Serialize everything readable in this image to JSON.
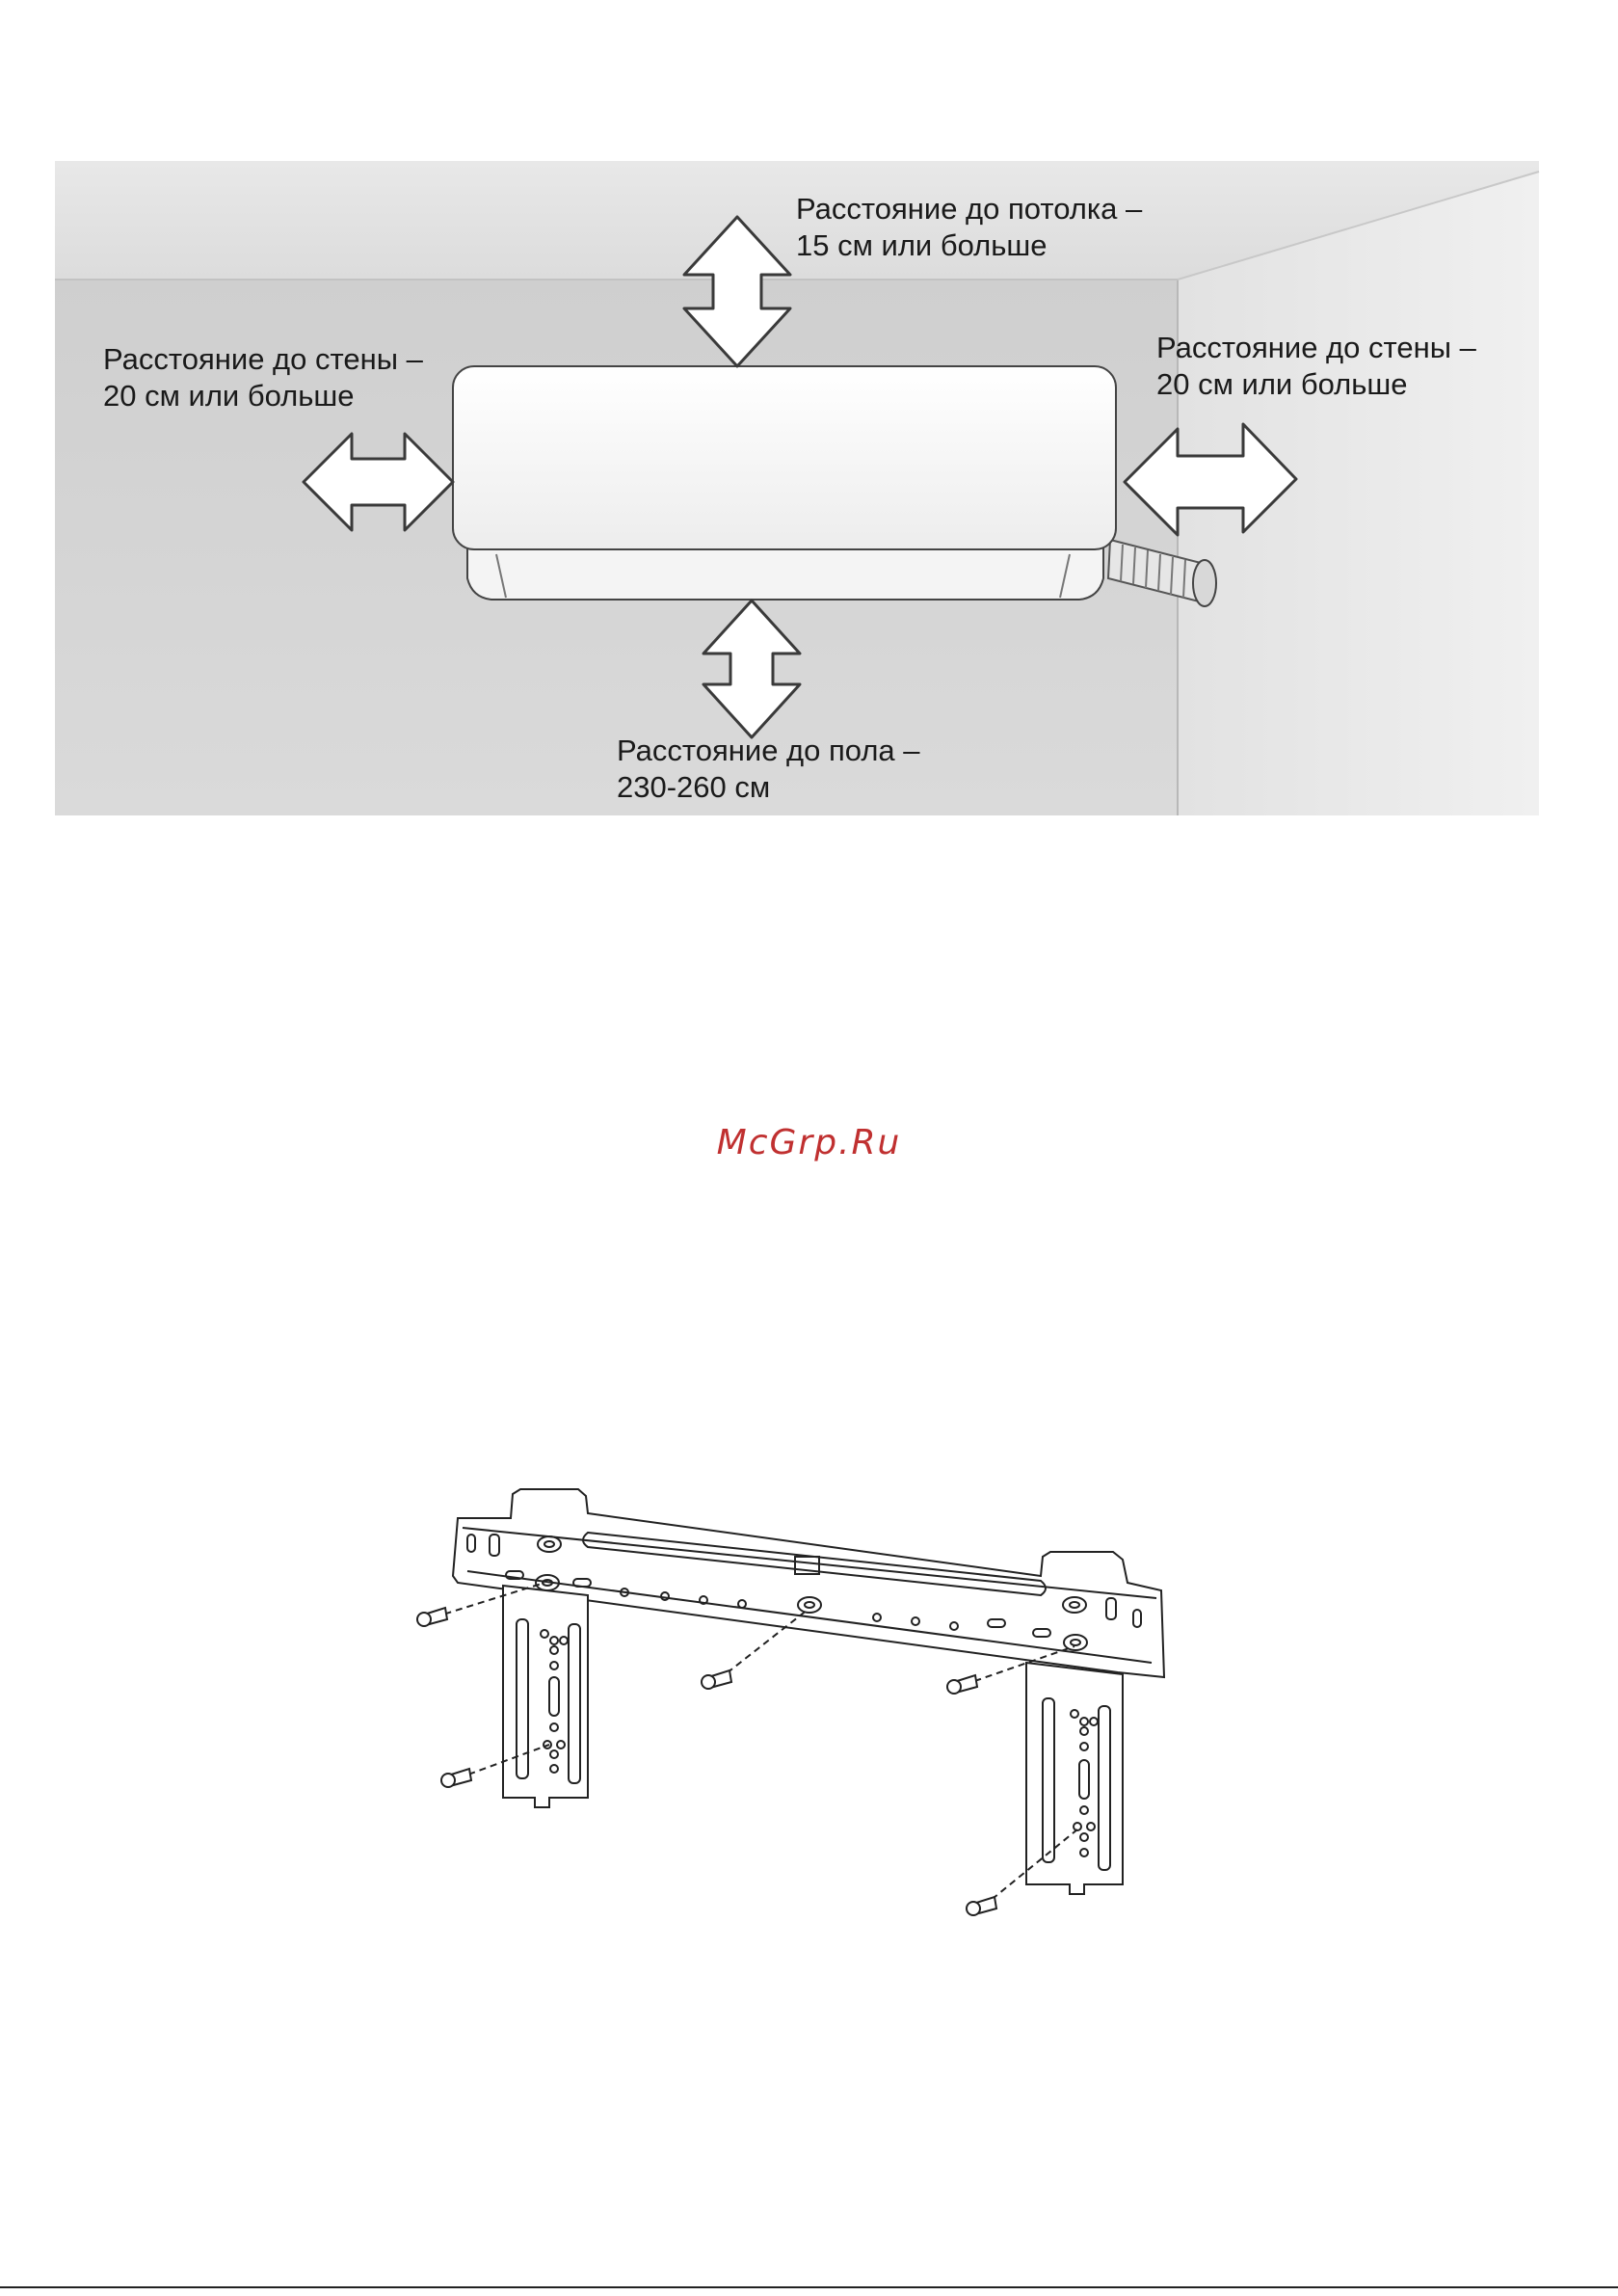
{
  "scene": {
    "ceiling_label": [
      "Расстояние до потолка –",
      "15 см или больше"
    ],
    "left_wall_label": [
      "Расстояние до стены –",
      "20 см или больше"
    ],
    "right_wall_label": [
      "Расстояние до стены –",
      "20 см или больше"
    ],
    "floor_label": [
      "Расстояние до пола –",
      "230-260 см"
    ]
  },
  "watermark": "McGrp.Ru",
  "colors": {
    "ceiling": "#e4e4e4",
    "back_wall": "#d6d6d6",
    "side_wall": "#ececec",
    "outline": "#3a3a3a",
    "watermark": "#c03030"
  }
}
